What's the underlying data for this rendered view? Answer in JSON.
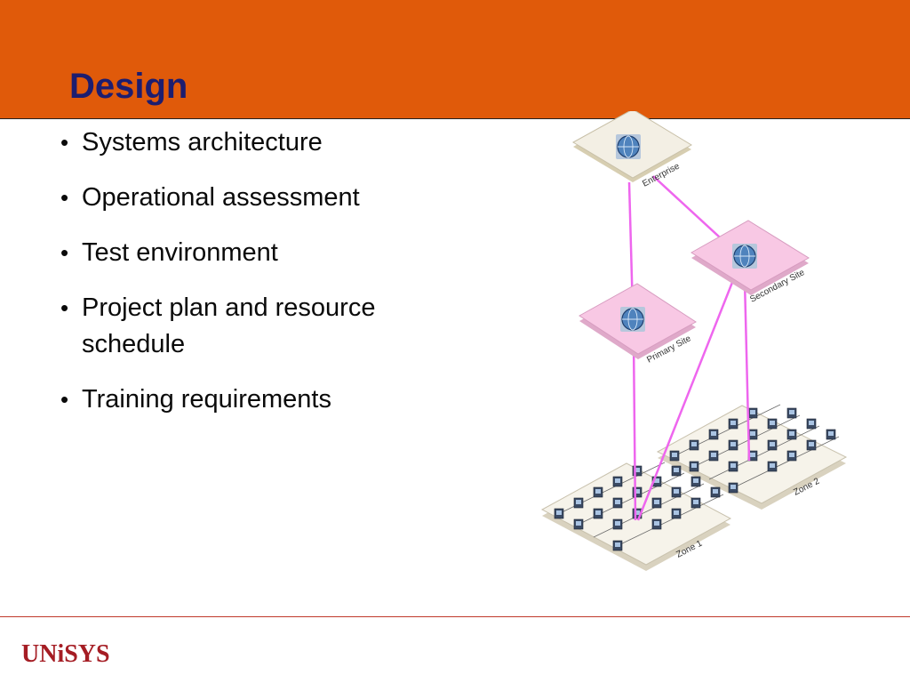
{
  "slide": {
    "title": "Design",
    "bullets": [
      "Systems architecture",
      "Operational assessment",
      "Test environment",
      "Project plan and resource schedule",
      "Training requirements"
    ]
  },
  "diagram": {
    "nodes": {
      "enterprise": "Enterprise",
      "secondary_site": "Secondary Site",
      "primary_site": "Primary Site",
      "zone1": "Zone 1",
      "zone2": "Zone 2"
    },
    "icons": {
      "site_node": "globe-icon",
      "workstation": "computer-icon"
    }
  },
  "footer": {
    "logo": "UNiSYS"
  },
  "colors": {
    "header": "#e05a0a",
    "title": "#1d1d6f",
    "link_lines": "#ee66ee",
    "site_fill": "#f8c8e4",
    "logo": "#a51d24"
  }
}
